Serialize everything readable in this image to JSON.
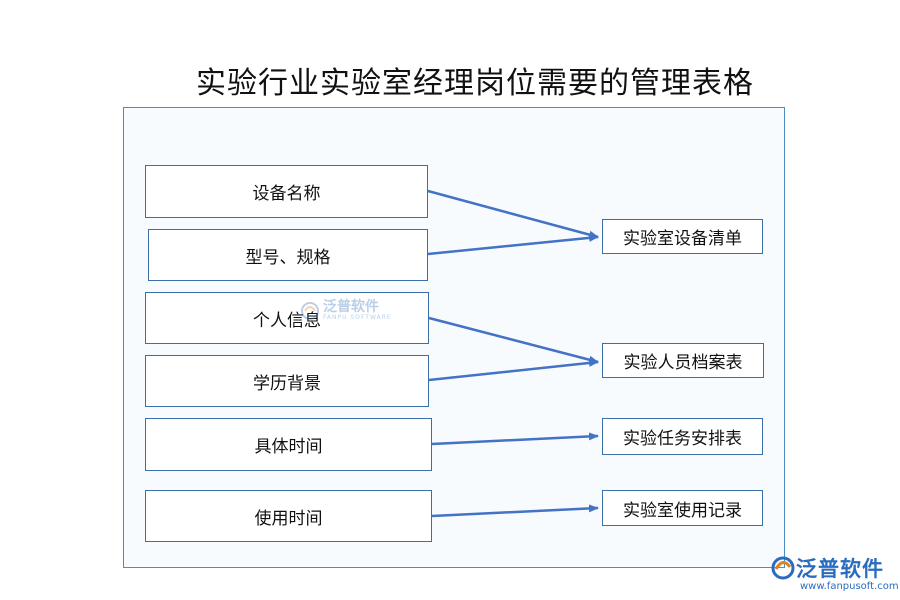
{
  "title": "实验行业实验室经理岗位需要的管理表格",
  "sources": [
    {
      "id": "s1",
      "label": "设备名称"
    },
    {
      "id": "s2",
      "label": "型号、规格"
    },
    {
      "id": "s3",
      "label": "个人信息"
    },
    {
      "id": "s4",
      "label": "学历背景"
    },
    {
      "id": "s5",
      "label": "具体时间"
    },
    {
      "id": "s6",
      "label": "使用时间"
    }
  ],
  "targets": [
    {
      "id": "t1",
      "label": "实验室设备清单"
    },
    {
      "id": "t2",
      "label": "实验人员档案表"
    },
    {
      "id": "t3",
      "label": "实验任务安排表"
    },
    {
      "id": "t4",
      "label": "实验室使用记录"
    }
  ],
  "edges": [
    {
      "from": "s1",
      "to": "t1"
    },
    {
      "from": "s2",
      "to": "t1"
    },
    {
      "from": "s3",
      "to": "t2"
    },
    {
      "from": "s4",
      "to": "t2"
    },
    {
      "from": "s5",
      "to": "t3"
    },
    {
      "from": "s6",
      "to": "t4"
    }
  ],
  "watermark": {
    "text": "泛普软件",
    "sub": "FANPU SOFTWARE"
  },
  "logo": {
    "text": "泛普软件",
    "url": "www.fanpusoft.com"
  },
  "colors": {
    "arrow": "#4472c4",
    "border": "#3a6fa8",
    "panel_border": "#4a8fc0",
    "brand": "#2a6cc0"
  }
}
